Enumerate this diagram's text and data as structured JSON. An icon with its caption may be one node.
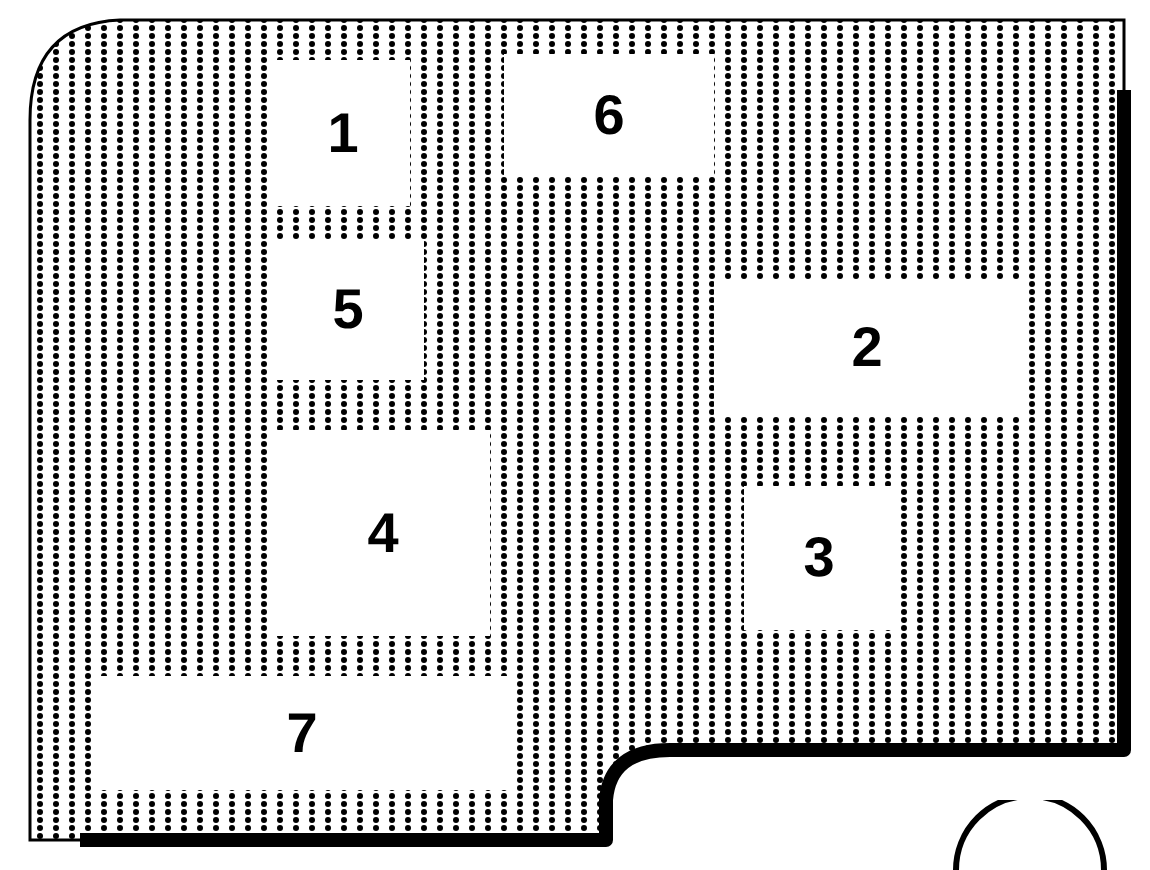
{
  "diagram": {
    "nodes": [
      {
        "text": [],
        "shape": "box"
      },
      {
        "text": [
          "1"
        ],
        "in": 0
      },
      {
        "text": [
          "6"
        ],
        "in": 0
      },
      {
        "text": [
          "5"
        ],
        "in": 0
      },
      {
        "text": [
          "2"
        ],
        "in": 0
      },
      {
        "text": [
          "4"
        ],
        "in": 0
      },
      {
        "text": [
          "3"
        ],
        "in": 0
      },
      {
        "text": [
          "7"
        ],
        "in": 0
      },
      {
        "text": [],
        "shape": "circle"
      }
    ]
  }
}
